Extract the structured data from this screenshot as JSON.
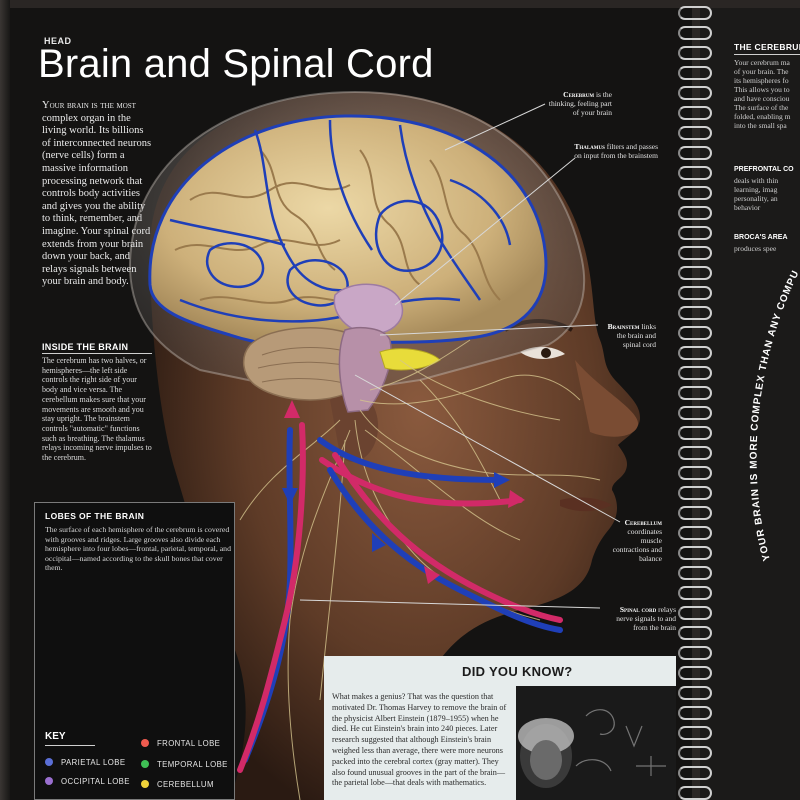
{
  "header": {
    "section": "HEAD",
    "title": "Brain and Spinal Cord"
  },
  "intro": {
    "lead": "Your brain is the most",
    "body": "complex organ in the living world. Its billions of interconnected neurons (nerve cells) form a massive information processing network that controls body activities and gives you the ability to think, remember, and imagine. Your spinal cord extends from your brain down your back, and relays signals between your brain and body."
  },
  "inside": {
    "heading": "INSIDE THE BRAIN",
    "body": "The cerebrum has two halves, or hemispheres—the left side controls the right side of your body and vice versa. The cerebellum makes sure that your movements are smooth and you stay upright. The brainstem controls \"automatic\" functions such as breathing. The thalamus relays incoming nerve impulses to the cerebrum."
  },
  "lobes": {
    "heading": "LOBES OF THE BRAIN",
    "body": "The surface of each hemisphere of the cerebrum is covered with grooves and ridges. Large grooves also divide each hemisphere into four lobes—frontal, parietal, temporal, and occipital—named according to the skull bones that cover them.",
    "key_title": "KEY",
    "key": [
      {
        "label": "PARIETAL LOBE",
        "color": "#5b6fd6"
      },
      {
        "label": "FRONTAL LOBE",
        "color": "#ef5b4f"
      },
      {
        "label": "OCCIPITAL LOBE",
        "color": "#9a6fd0"
      },
      {
        "label": "TEMPORAL LOBE",
        "color": "#3fbf55"
      },
      {
        "label": "CEREBELLUM",
        "color": "#efd23a"
      }
    ]
  },
  "labels": {
    "cerebrum": {
      "term": "Cerebrum",
      "desc": "is the thinking, feeling part of your brain"
    },
    "thalamus": {
      "term": "Thalamus",
      "desc": "filters and passes on input from the brainstem"
    },
    "brainstem": {
      "term": "Brainstem",
      "desc": "links the brain and spinal cord"
    },
    "cerebellum": {
      "term": "Cerebellum",
      "desc": "coordinates muscle contractions and balance"
    },
    "spinal_cord": {
      "term": "Spinal cord",
      "desc": "relays nerve signals to and from the brain"
    }
  },
  "did_you_know": {
    "title": "DID YOU KNOW?",
    "body": "What makes a genius? That was the question that motivated Dr. Thomas Harvey to remove the brain of the physicist Albert Einstein (1879–1955) when he died. He cut Einstein's brain into 240 pieces. Later research suggested that although Einstein's brain weighed less than average, there were more neurons packed into the cerebral cortex (gray matter). They also found unusual grooves in the part of the brain—the parietal lobe—that deals with mathematics."
  },
  "right_page": {
    "heading": "THE CEREBRUM",
    "lines": [
      "Your cerebrum ma",
      "of your brain. The",
      "its hemispheres fo",
      "This allows you to",
      "and have consciou",
      "The surface of the",
      "folded, enabling m",
      "into the small spa"
    ],
    "prefrontal": {
      "term": "PREFRONTAL CO",
      "lines": [
        "deals with thin",
        "learning, imag",
        "personality, an",
        "behavior"
      ]
    },
    "broca": {
      "term": "BROCA'S AREA",
      "lines": [
        "produces spee"
      ]
    },
    "curved_text": "YOUR BRAIN IS MORE COMPLEX THAN ANY COMPUTER"
  },
  "colors": {
    "page_bg": "#141312",
    "brain": "#d9c08a",
    "blue_nerve": "#1f3fb8",
    "red_nerve": "#d22a68",
    "skin": "#6e4630"
  }
}
